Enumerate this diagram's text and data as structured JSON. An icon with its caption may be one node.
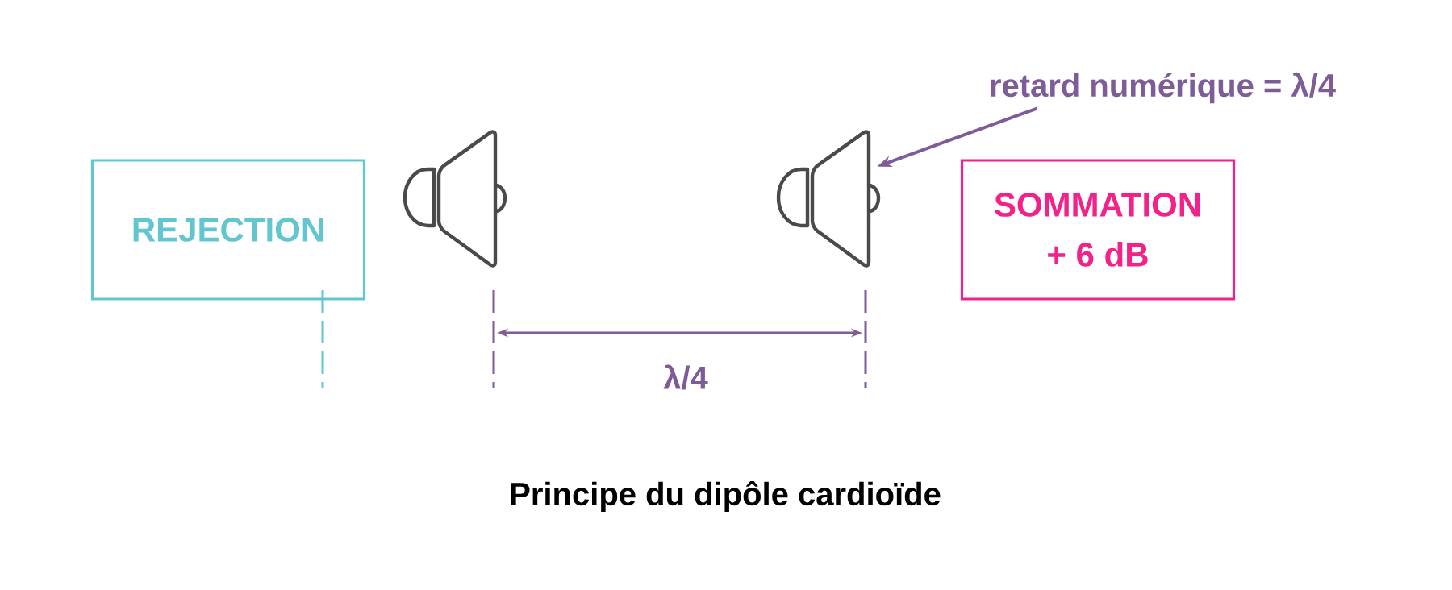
{
  "diagram": {
    "caption": "Principe du dipôle cardioïde",
    "nodes": [
      {
        "text": [
          "retard numérique = λ/4"
        ]
      },
      {
        "text": [
          "REJECTION"
        ]
      },
      {
        "text": [],
        "shape": "speaker"
      },
      {
        "text": [],
        "shape": "speaker"
      },
      {
        "text": [
          "SOMMATION",
          "+ 6 dB"
        ]
      }
    ],
    "edges": [
      {
        "from": 0,
        "to": 3,
        "arrow": "to"
      }
    ],
    "labels": [
      "λ/4"
    ]
  }
}
